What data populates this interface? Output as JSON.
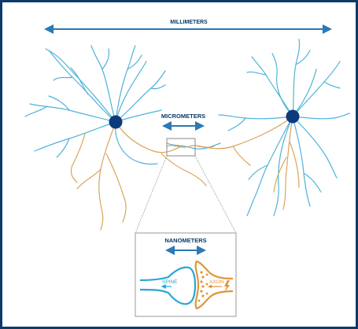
{
  "scale_labels": {
    "millimeters": "MILLIMETERS",
    "micrometers": "MICROMETERS",
    "nanometers": "NANOMETERS"
  },
  "synapse_labels": {
    "spine": "SPINE",
    "axon": "AXON"
  },
  "colors": {
    "frame": "#0b3a6b",
    "arrow": "#2b79b5",
    "dendrite": "#4fb3d9",
    "axon": "#d9a55a",
    "soma": "#0d3a7a",
    "inset_border": "#9a9a9a"
  }
}
